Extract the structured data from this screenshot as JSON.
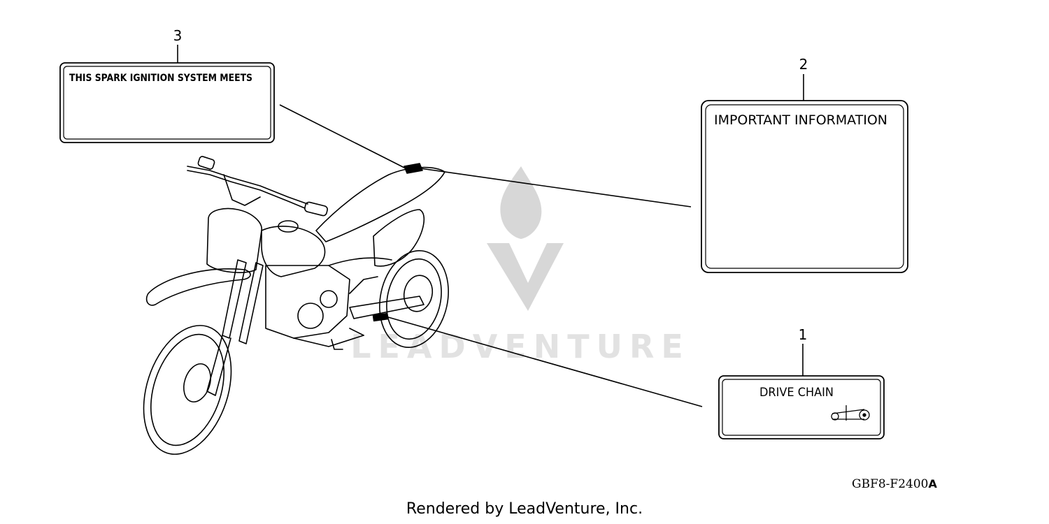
{
  "watermark": {
    "text": "LEADVENTURE"
  },
  "labels": [
    {
      "callout": "3",
      "text": "THIS SPARK IGNITION SYSTEM MEETS"
    },
    {
      "callout": "2",
      "text": "IMPORTANT INFORMATION"
    },
    {
      "callout": "1",
      "text": "DRIVE CHAIN",
      "icon": "chain-icon"
    }
  ],
  "drawing_code": "GBF8-F2400",
  "drawing_code_suffix": "A",
  "credit": "Rendered by LeadVenture, Inc.",
  "colors": {
    "line": "#000000",
    "watermark": "#d7d7d7",
    "background": "#ffffff"
  }
}
